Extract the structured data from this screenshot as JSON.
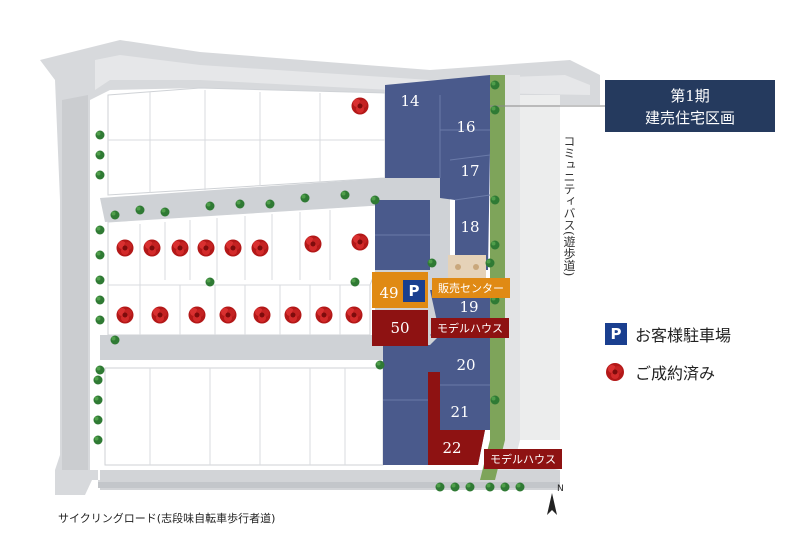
{
  "phase_label": {
    "line1": "第1期",
    "line2": "建売住宅区画"
  },
  "vertical_road_label": "コミュニティバス(遊歩道)",
  "cycling_road_label": "サイクリングロード(志段味自転車歩行者道)",
  "lots": {
    "l14": "14",
    "l16": "16",
    "l17": "17",
    "l18": "18",
    "l19": "19",
    "l20": "20",
    "l21": "21",
    "l22": "22",
    "l49": "49",
    "l50": "50"
  },
  "parking_symbol": "P",
  "tags": {
    "sales_center": "販売センター",
    "model_house_1": "モデルハウス",
    "model_house_2": "モデルハウス"
  },
  "legend": {
    "parking_symbol": "P",
    "parking_label": "お客様駐車場",
    "sold_label": "ご成約済み"
  },
  "compass": "N",
  "colors": {
    "phase_lot": "#4a5a8c",
    "phase_box": "#253a5e",
    "sales_center": "#e08a14",
    "model_house": "#8e1212",
    "parking": "#1a3f8f",
    "sold_marker": "#c81e1e",
    "green_path": "#7ea45a"
  }
}
